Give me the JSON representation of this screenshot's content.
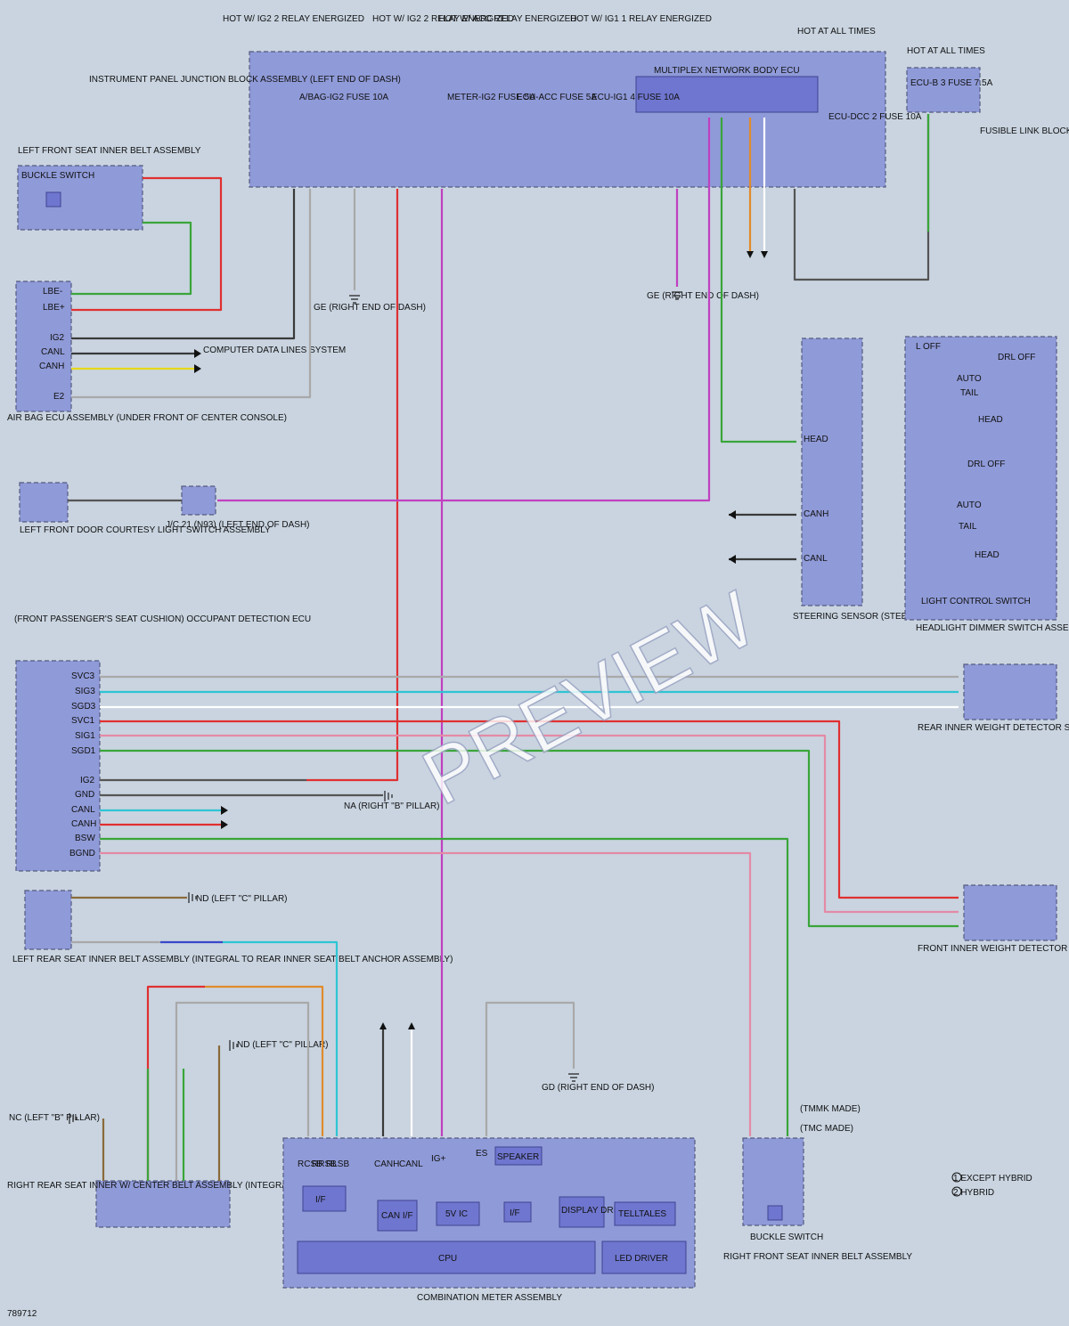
{
  "colors": {
    "red": "#e03030",
    "green": "#3aa53a",
    "gray": "#a9a9a9",
    "purple": "#c040c0",
    "cyan": "#2ec4d4",
    "pink": "#e48aa6",
    "orange": "#e08b2c",
    "brown": "#8a6a3a",
    "yellow": "#e6d81c",
    "black": "#3a3a3a",
    "box": "#8f9ad8",
    "background": "#c9d4e0"
  },
  "top": {
    "hot_ig2_relay_1": "HOT W/ IG2 2 RELAY ENERGIZED",
    "hot_ig2_relay_2": "HOT W/ IG2 2 RELAY ENERGIZED",
    "hot_acc_relay": "HOT W/ ACC RELAY ENERGIZED",
    "hot_ig1_relay": "HOT W/ IG1 1 RELAY ENERGIZED",
    "hot_all_times": "HOT AT ALL TIMES",
    "hot_all_times_2": "HOT AT ALL TIMES"
  },
  "junction_block": {
    "title": "INSTRUMENT PANEL JUNCTION BLOCK ASSEMBLY (LEFT END OF DASH)",
    "fuse_abag": "A/BAG-IG2 FUSE 10A",
    "fuse_meter": "METER-IG2 FUSE 5A",
    "fuse_ecu_acc": "ECU-ACC FUSE 5A",
    "fuse_ecu_ig1": "ECU-IG1 4 FUSE 10A",
    "fuse_ecu_dcc": "ECU-DCC 2 FUSE 10A",
    "body_ecu": "MULTIPLEX NETWORK BODY ECU"
  },
  "fusible_link": {
    "title": "FUSIBLE LINK BLOCK ASSEMBLY (ON ONBOARD ELECTRICAL SYSTEM BATTERY)",
    "fuse": "ECU-B 3 FUSE 7.5A"
  },
  "left_front_belt": {
    "title": "LEFT FRONT SEAT INNER BELT ASSEMBLY",
    "switch": "BUCKLE SWITCH"
  },
  "airbag_ecu": {
    "title": "AIR BAG ECU ASSEMBLY (UNDER FRONT OF CENTER CONSOLE)",
    "pins": [
      "LBE-",
      "LBE+",
      "IG2",
      "CANL",
      "CANH",
      "E2"
    ]
  },
  "door_switch": {
    "title": "LEFT FRONT DOOR COURTESY LIGHT SWITCH ASSEMBLY"
  },
  "jc21": {
    "title": "J/C 21 (N93) (LEFT END OF DASH)"
  },
  "computer_data_lines": "COMPUTER DATA LINES SYSTEM",
  "grounds": {
    "ge_dash": "GE (RIGHT END OF DASH)",
    "ge_dash_2": "GE (RIGHT END OF DASH)",
    "na_pillar": "NA (RIGHT \"B\" PILLAR)",
    "nd_pillar": "ND (LEFT \"C\" PILLAR)",
    "nd_pillar_2": "ND (LEFT \"C\" PILLAR)",
    "nc_pillar": "NC (LEFT \"B\" PILLAR)",
    "gd_dash": "GD (RIGHT END OF DASH)"
  },
  "steering_sensor": {
    "title": "STEERING SENSOR (STEERING COLUMN)",
    "pins": [
      "HEAD",
      "CANH",
      "CANL"
    ]
  },
  "light_switch": {
    "title": "HEADLIGHT DIMMER SWITCH ASSEMBLY",
    "inner": "LIGHT CONTROL SWITCH",
    "labels": [
      "L OFF",
      "DRL OFF",
      "AUTO",
      "TAIL",
      "HEAD",
      "DRL OFF",
      "AUTO",
      "TAIL",
      "HEAD"
    ]
  },
  "occupant_ecu": {
    "title": "(FRONT PASSENGER'S SEAT CUSHION) OCCUPANT DETECTION ECU",
    "pins": [
      "SVC3",
      "SIG3",
      "SGD3",
      "SVC1",
      "SIG1",
      "SGD1",
      "IG2",
      "GND",
      "CANL",
      "CANH",
      "BSW",
      "BGND"
    ]
  },
  "rear_sensor": {
    "title": "REAR INNER WEIGHT DETECTOR SENSOR SUB-ASSEMBLY (RIGHT FRONT SEAT ADJUSTER ASSEMBLY) (REAR OF FRONT PASSENGER'S SEAT CUSHION)"
  },
  "front_sensor": {
    "title": "FRONT INNER WEIGHT DETECTOR SENSOR SUB-ASSEMBLY (RIGHT FRONT SEAT ADJUSTER ASSEMBLY) (FRONT OF FRONT PASSENGER'S SEAT CUSHION)"
  },
  "left_rear_belt": {
    "title": "LEFT REAR SEAT INNER BELT ASSEMBLY (INTEGRAL TO REAR INNER SEAT BELT ANCHOR ASSEMBLY)"
  },
  "right_rear_belt": {
    "title": "RIGHT REAR SEAT INNER W/ CENTER BELT ASSEMBLY (INTEGRAL TO REAR INNER SEAT BELT ANCHOR ASSEMBLY)"
  },
  "right_front_belt": {
    "title": "RIGHT FRONT SEAT INNER BELT ASSEMBLY",
    "switch": "BUCKLE SWITCH"
  },
  "combination_meter": {
    "title": "COMBINATION METER ASSEMBLY",
    "blocks": [
      "I/F",
      "CAN I/F",
      "5V IC",
      "I/F",
      "DISPLAY DRIVER",
      "TELLTALES",
      "SPEAKER",
      "CPU",
      "LED DRIVER"
    ],
    "pins": [
      "RCSB",
      "RRSB",
      "RLSB",
      "CANH",
      "CANL",
      "IG+",
      "ES"
    ]
  },
  "legend": {
    "item1": "1 EXCEPT HYBRID",
    "item2": "2 HYBRID"
  },
  "made": {
    "tmmk": "(TMMK MADE)",
    "tmc": "(TMC MADE)"
  },
  "diagram_id": "789712",
  "watermark": "PREVIEW"
}
